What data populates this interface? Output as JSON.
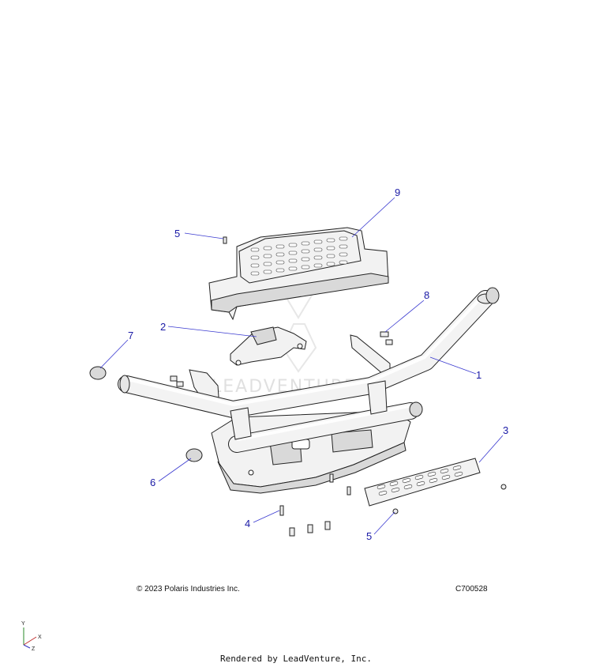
{
  "diagram": {
    "callouts": [
      "1",
      "2",
      "3",
      "4",
      "5",
      "5",
      "6",
      "7",
      "8",
      "9"
    ],
    "copyright": "© 2023 Polaris Industries Inc.",
    "part_code": "C700528",
    "watermark": "LEADVENTURE",
    "axes": {
      "x": "X",
      "y": "Y",
      "z": "Z"
    }
  },
  "footer": {
    "rendered_by": "Rendered by LeadVenture, Inc."
  }
}
